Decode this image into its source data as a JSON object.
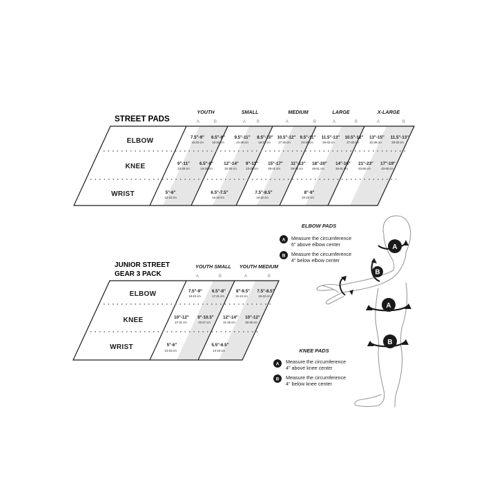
{
  "street_pads": {
    "title": "STREET PADS",
    "sizes": [
      "YOUTH",
      "SMALL",
      "MEDIUM",
      "LARGE",
      "X-LARGE"
    ],
    "ab": [
      "A",
      "B"
    ],
    "rows": [
      {
        "label": "ELBOW",
        "cells": [
          {
            "in": "7.5\"-9\"",
            "cm": "19-23 cm"
          },
          {
            "in": "6.5\"-8\"",
            "cm": "16-20 cm"
          },
          {
            "in": "9.5\"-11\"",
            "cm": "24-28 cm"
          },
          {
            "in": "8.5\"-10\"",
            "cm": "19-23 cm"
          },
          {
            "in": "10.5\"-12\"",
            "cm": "27-30 cm"
          },
          {
            "in": "9.5\"-11\"",
            "cm": "24-28 cm"
          },
          {
            "in": "11.5\"-13\"",
            "cm": "29-33 cm"
          },
          {
            "in": "10.5\"-12\"",
            "cm": "27-30 cm"
          },
          {
            "in": "13\"-15\"",
            "cm": "33-38 cm"
          },
          {
            "in": "11.5\"-13\"",
            "cm": "29-33 cm"
          }
        ]
      },
      {
        "label": "KNEE",
        "cells": [
          {
            "in": "9\"-11\"",
            "cm": "23-28 cm"
          },
          {
            "in": "6.5\"-8\"",
            "cm": "16-20 cm"
          },
          {
            "in": "12\"-14\"",
            "cm": "30-36 cm"
          },
          {
            "in": "9\"-11\"",
            "cm": "23-28 cm"
          },
          {
            "in": "15\"-17\"",
            "cm": "38-41 cm"
          },
          {
            "in": "11\"-13\"",
            "cm": "28-33 cm"
          },
          {
            "in": "18\"-20\"",
            "cm": "46-51 cm"
          },
          {
            "in": "14\"-16\"",
            "cm": "26-41 cm"
          },
          {
            "in": "21\"-23\"",
            "cm": "53-58 cm"
          },
          {
            "in": "17\"-19\"",
            "cm": "43-48 cm"
          }
        ]
      },
      {
        "label": "WRIST",
        "cells": [
          {
            "in": "5\"-6\"",
            "cm": "13-15 cm"
          },
          {
            "in": "6.5\"-7.5\"",
            "cm": "16-19 cm"
          },
          {
            "in": "7.5\"-8.5\"",
            "cm": "19-22 cm"
          },
          {
            "in": "8\"-9\"",
            "cm": "20-23 cm"
          }
        ]
      }
    ]
  },
  "junior": {
    "title_line1": "JUNIOR STREET",
    "title_line2": "GEAR 3 PACK",
    "sizes": [
      "YOUTH SMALL",
      "YOUTH MEDIUM"
    ],
    "ab": [
      "A",
      "B"
    ],
    "rows": [
      {
        "label": "ELBOW",
        "cells": [
          {
            "in": "7.5\"-9\"",
            "cm": "19-23 cm"
          },
          {
            "in": "6.5\"-8\"",
            "cm": "17-21 cm"
          },
          {
            "in": "8\"-9.5\"",
            "cm": "21-24 cm"
          },
          {
            "in": "7.5\"-8.5\"",
            "cm": "19-22 cm"
          }
        ]
      },
      {
        "label": "KNEE",
        "cells": [
          {
            "in": "10\"-12\"",
            "cm": "27-31 cm"
          },
          {
            "in": "9\"-10.5\"",
            "cm": "23-27 cm"
          },
          {
            "in": "12\"-14\"",
            "cm": "31-35 cm"
          },
          {
            "in": "10\"-12\"",
            "cm": "26-30 cm"
          }
        ]
      },
      {
        "label": "WRIST",
        "cells": [
          {
            "in": "5\"-6\"",
            "cm": "13-15 cm"
          },
          {
            "in": "5.5\"-6.5\"",
            "cm": "14-16 cm"
          }
        ]
      }
    ]
  },
  "elbow_pads": {
    "heading": "ELBOW PADS",
    "a_badge": "A",
    "a_line1": "Measure the circumference",
    "a_line2": "6\" above elbow center",
    "b_badge": "B",
    "b_line1": "Measure the circumference",
    "b_line2": "4\" below elbow center"
  },
  "knee_pads": {
    "heading": "KNEE PADS",
    "a_badge": "A",
    "a_line1": "Measure the circumference",
    "a_line2": "4\" above knee center",
    "b_badge": "B",
    "b_line1": "Measure the circumference",
    "b_line2": "4\" below knee center"
  },
  "diagram": {
    "elbow_a": "A",
    "elbow_b": "B",
    "knee_a": "A",
    "knee_b": "B"
  }
}
